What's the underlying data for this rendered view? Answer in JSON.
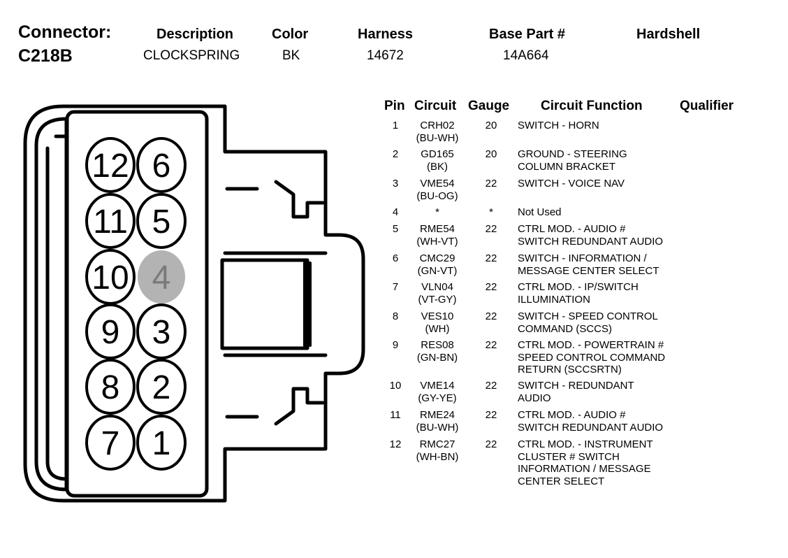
{
  "header": {
    "connector_label": "Connector:",
    "connector_id": "C218B",
    "columns": {
      "description": "Description",
      "color": "Color",
      "harness": "Harness",
      "base_part": "Base Part #",
      "hardshell": "Hardshell"
    },
    "values": {
      "description": "CLOCKSPRING",
      "color": "BK",
      "harness": "14672",
      "base_part": "14A664",
      "hardshell": ""
    }
  },
  "table": {
    "columns": {
      "pin": "Pin",
      "circuit": "Circuit",
      "gauge": "Gauge",
      "function": "Circuit Function",
      "qualifier": "Qualifier"
    },
    "rows": [
      {
        "pin": "1",
        "circuit": "CRH02",
        "color": "(BU-WH)",
        "gauge": "20",
        "function": "SWITCH - HORN",
        "qualifier": ""
      },
      {
        "pin": "2",
        "circuit": "GD165",
        "color": "(BK)",
        "gauge": "20",
        "function": "GROUND - STEERING\nCOLUMN BRACKET",
        "qualifier": ""
      },
      {
        "pin": "3",
        "circuit": "VME54",
        "color": "(BU-OG)",
        "gauge": "22",
        "function": "SWITCH - VOICE NAV",
        "qualifier": ""
      },
      {
        "pin": "4",
        "circuit": "*",
        "color": "",
        "gauge": "*",
        "function": "Not Used",
        "qualifier": ""
      },
      {
        "pin": "5",
        "circuit": "RME54",
        "color": "(WH-VT)",
        "gauge": "22",
        "function": "CTRL MOD. - AUDIO #\nSWITCH REDUNDANT AUDIO",
        "qualifier": ""
      },
      {
        "pin": "6",
        "circuit": "CMC29",
        "color": "(GN-VT)",
        "gauge": "22",
        "function": "SWITCH - INFORMATION /\nMESSAGE CENTER SELECT",
        "qualifier": ""
      },
      {
        "pin": "7",
        "circuit": "VLN04",
        "color": "(VT-GY)",
        "gauge": "22",
        "function": "CTRL MOD. - IP/SWITCH\nILLUMINATION",
        "qualifier": ""
      },
      {
        "pin": "8",
        "circuit": "VES10",
        "color": "(WH)",
        "gauge": "22",
        "function": "SWITCH - SPEED CONTROL\nCOMMAND (SCCS)",
        "qualifier": ""
      },
      {
        "pin": "9",
        "circuit": "RES08",
        "color": "(GN-BN)",
        "gauge": "22",
        "function": "CTRL MOD. - POWERTRAIN #\nSPEED CONTROL COMMAND\nRETURN (SCCSRTN)",
        "qualifier": ""
      },
      {
        "pin": "10",
        "circuit": "VME14",
        "color": "(GY-YE)",
        "gauge": "22",
        "function": "SWITCH - REDUNDANT\nAUDIO",
        "qualifier": ""
      },
      {
        "pin": "11",
        "circuit": "RME24",
        "color": "(BU-WH)",
        "gauge": "22",
        "function": "CTRL MOD. - AUDIO #\nSWITCH REDUNDANT AUDIO",
        "qualifier": ""
      },
      {
        "pin": "12",
        "circuit": "RMC27",
        "color": "(WH-BN)",
        "gauge": "22",
        "function": "CTRL MOD. - INSTRUMENT\nCLUSTER # SWITCH\nINFORMATION / MESSAGE\nCENTER SELECT",
        "qualifier": ""
      }
    ]
  },
  "diagram": {
    "pins": [
      {
        "label": "12",
        "used": true
      },
      {
        "label": "6",
        "used": true
      },
      {
        "label": "11",
        "used": true
      },
      {
        "label": "5",
        "used": true
      },
      {
        "label": "10",
        "used": true
      },
      {
        "label": "4",
        "used": false
      },
      {
        "label": "9",
        "used": true
      },
      {
        "label": "3",
        "used": true
      },
      {
        "label": "8",
        "used": true
      },
      {
        "label": "2",
        "used": true
      },
      {
        "label": "7",
        "used": true
      },
      {
        "label": "1",
        "used": true
      }
    ],
    "unused_pin_color": "#b3b3b3"
  }
}
